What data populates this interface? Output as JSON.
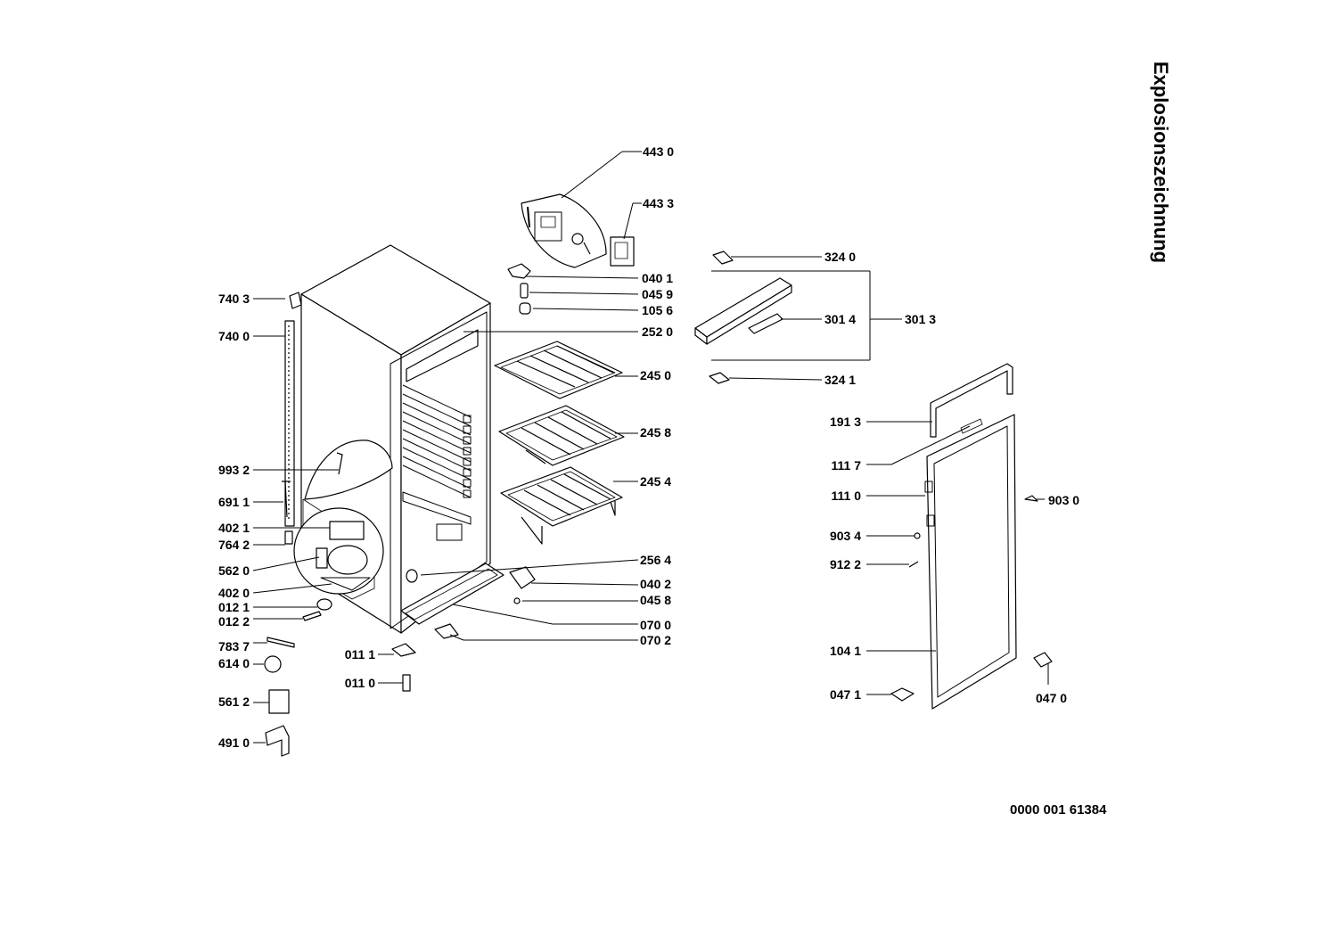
{
  "title": "Explosionszeichnung",
  "document_number": "0000 001 61384",
  "parts": {
    "p4430": "443 0",
    "p4433": "443 3",
    "p4011": "040 1",
    "p0459": "045 9",
    "p1056": "105 6",
    "p2520": "252 0",
    "p2450": "245 0",
    "p2458": "245 8",
    "p2454": "245 4",
    "p2564": "256 4",
    "p0402": "040 2",
    "p0458": "045 8",
    "p0700": "070 0",
    "p0702": "070 2",
    "p3240": "324 0",
    "p3014": "301 4",
    "p3013": "301 3",
    "p3241": "324 1",
    "p7403": "740 3",
    "p7400": "740 0",
    "p9932": "993 2",
    "p6911": "691 1",
    "p4021": "402 1",
    "p7642": "764 2",
    "p5620": "562 0",
    "p4020": "402 0",
    "p0121": "012 1",
    "p0122": "012 2",
    "p7837": "783 7",
    "p6140": "614 0",
    "p5612": "561 2",
    "p4910": "491 0",
    "p0111": "011 1",
    "p0110": "011 0",
    "p1913": "191 3",
    "p1117": "111 7",
    "p1110": "111 0",
    "p9034": "903 4",
    "p9122": "912 2",
    "p1041": "104 1",
    "p0471": "047 1",
    "p0470": "047 0",
    "p9030": "903 0"
  }
}
